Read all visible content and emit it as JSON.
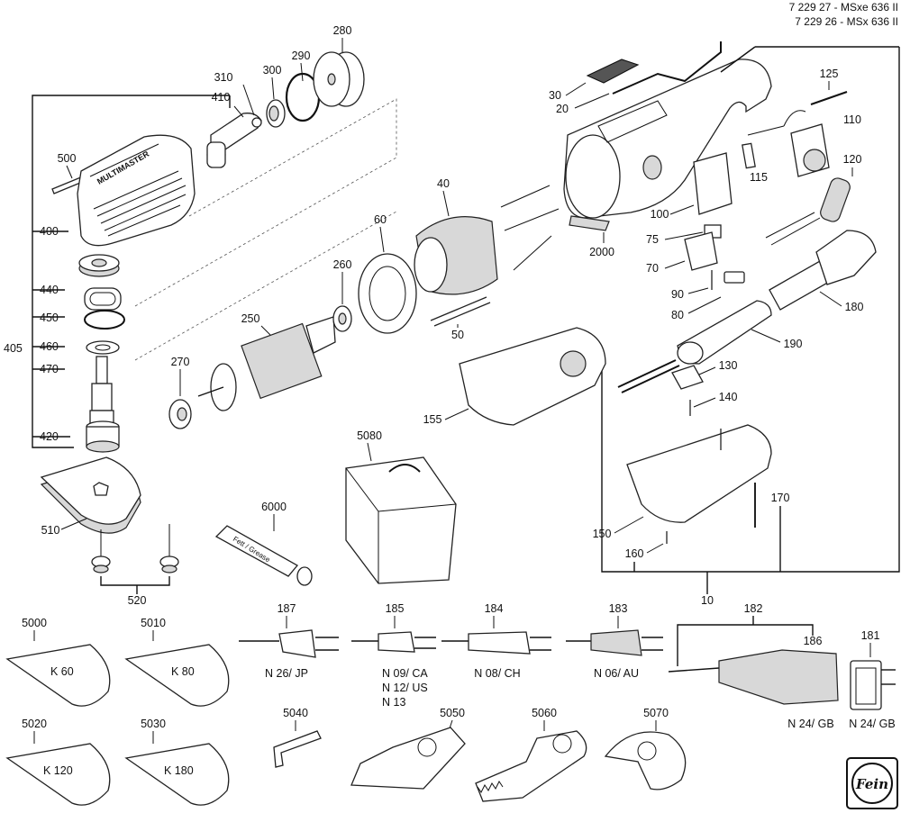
{
  "header": {
    "line1": "7 229 27 - MSxe 636 II",
    "line2": "7 229 26 - MSx 636 II"
  },
  "brand_text": "MULTIMASTER",
  "tube_text": "Fett / Grease",
  "logo": "Fein",
  "callouts": {
    "c10": "10",
    "c20": "20",
    "c30": "30",
    "c40": "40",
    "c50": "50",
    "c60": "60",
    "c70": "70",
    "c75": "75",
    "c80": "80",
    "c90": "90",
    "c100": "100",
    "c110": "110",
    "c115": "115",
    "c120": "120",
    "c125": "125",
    "c130": "130",
    "c140": "140",
    "c150": "150",
    "c155": "155",
    "c160": "160",
    "c170": "170",
    "c180": "180",
    "c181": "181",
    "c182": "182",
    "c183": "183",
    "c184": "184",
    "c185": "185",
    "c186": "186",
    "c187": "187",
    "c190": "190",
    "c250": "250",
    "c260": "260",
    "c270": "270",
    "c280": "280",
    "c290": "290",
    "c300": "300",
    "c310": "310",
    "c400": "400",
    "c405": "405",
    "c410": "410",
    "c420": "420",
    "c440": "440",
    "c450": "450",
    "c460": "460",
    "c470": "470",
    "c500": "500",
    "c510": "510",
    "c520": "520",
    "c2000": "2000",
    "c5000": "5000",
    "c5010": "5010",
    "c5020": "5020",
    "c5030": "5030",
    "c5040": "5040",
    "c5050": "5050",
    "c5060": "5060",
    "c5070": "5070",
    "c5080": "5080",
    "c6000": "6000"
  },
  "sanding_sheets": {
    "k60": "K 60",
    "k80": "K 80",
    "k120": "K 120",
    "k180": "K 180"
  },
  "plug_variants": {
    "p187": "N 26/ JP",
    "p185_1": "N 09/ CA",
    "p185_2": "N 12/ US",
    "p185_3": "N 13",
    "p184": "N 08/ CH",
    "p183": "N 06/ AU",
    "p182": "N 24/ GB",
    "p181": "N 24/ GB"
  }
}
